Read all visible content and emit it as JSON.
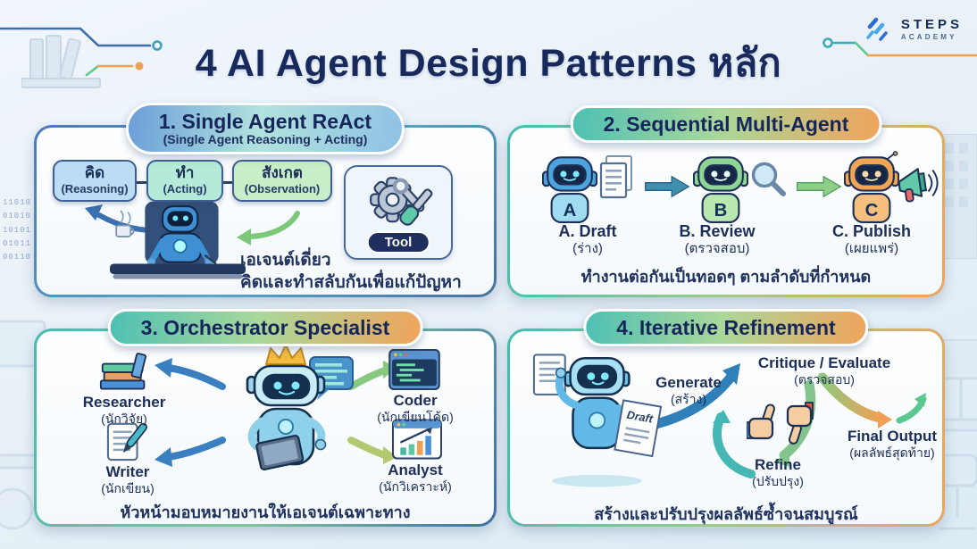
{
  "page": {
    "title": "4 AI Agent Design Patterns หลัก",
    "logo": {
      "name": "STEPS",
      "subtitle": "ACADEMY"
    }
  },
  "background": {
    "binary_lines": [
      "11010",
      "01010",
      "10101",
      "01011",
      "00110"
    ]
  },
  "colors": {
    "navy_text": "#1b2c5a",
    "panel1_border_blue": "#4d7ab8",
    "teal": "#45bcb0",
    "green": "#9acb8a",
    "orange": "#f0a45c",
    "robot_blue": "#4da4dc",
    "robot_green": "#8fd494",
    "robot_orange": "#f0a454",
    "background": "#e7f0f7"
  },
  "panel1": {
    "header": "1. Single Agent ReAct",
    "subheader": "(Single Agent Reasoning + Acting)",
    "boxes": [
      {
        "th": "คิด",
        "en": "(Reasoning)"
      },
      {
        "th": "ทำ",
        "en": "(Acting)"
      },
      {
        "th": "สังเกต",
        "en": "(Observation)"
      }
    ],
    "tool_label": "Tool",
    "caption1": "เอเจนต์เดี่ยว",
    "caption2": "คิดและทำสลับกันเพื่อแก้ปัญหา"
  },
  "panel2": {
    "header": "2. Sequential Multi-Agent",
    "steps": [
      {
        "letter": "A",
        "en": "A. Draft",
        "th": "(ร่าง)"
      },
      {
        "letter": "B",
        "en": "B. Review",
        "th": "(ตรวจสอบ)"
      },
      {
        "letter": "C",
        "en": "C. Publish",
        "th": "(เผยแพร่)"
      }
    ],
    "caption": "ทำงานต่อกันเป็นทอดๆ ตามลำดับที่กำหนด"
  },
  "panel3": {
    "header": "3. Orchestrator Specialist",
    "specialists": [
      {
        "en": "Researcher",
        "th": "(นักวิจัย)"
      },
      {
        "en": "Writer",
        "th": "(นักเขียน)"
      },
      {
        "en": "Coder",
        "th": "(นักเขียนโค้ด)"
      },
      {
        "en": "Analyst",
        "th": "(นักวิเคราะห์)"
      }
    ],
    "caption": "หัวหน้ามอบหมายงานให้เอเจนต์เฉพาะทาง"
  },
  "panel4": {
    "header": "4. Iterative Refinement",
    "stages": [
      {
        "en": "Generate",
        "th": "(สร้าง)"
      },
      {
        "en": "Critique / Evaluate",
        "th": "(ตรวจสอบ)"
      },
      {
        "en": "Refine",
        "th": "(ปรับปรุง)"
      },
      {
        "en": "Final Output",
        "th": "(ผลลัพธ์สุดท้าย)"
      }
    ],
    "draft_label": "Draft",
    "caption": "สร้างและปรับปรุงผลลัพธ์ซ้ำจนสมบูรณ์"
  }
}
